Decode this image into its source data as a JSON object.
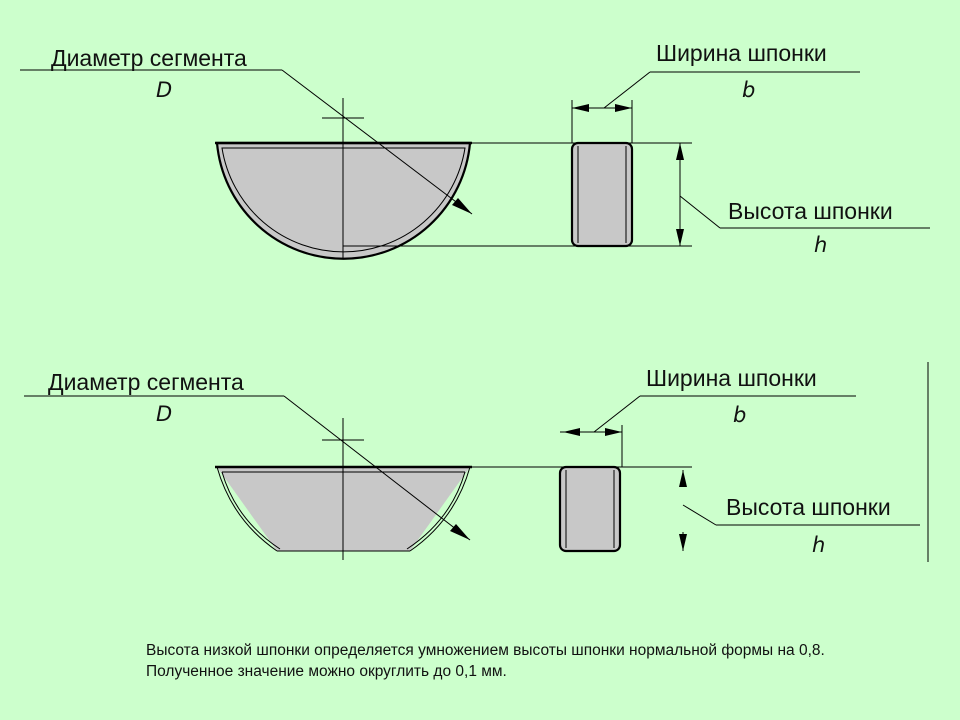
{
  "top": {
    "diameter_label": "Диаметр сегмента",
    "diameter_symbol": "D",
    "width_label": "Ширина шпонки",
    "width_symbol": "b",
    "height_label": "Высота шпонки",
    "height_symbol": "h"
  },
  "bottom": {
    "diameter_label": "Диаметр сегмента",
    "diameter_symbol": "D",
    "width_label": "Ширина шпонки",
    "width_symbol": "b",
    "height_label": "Высота шпонки",
    "height_symbol": "h"
  },
  "caption": "Высота низкой шпонки определяется умножением высоты шпонки нормальной формы на 0,8. Полученное значение можно округлить до 0,1 мм.",
  "colors": {
    "background": "#ccffcc",
    "key_fill": "#c8c8c8",
    "line": "#000000"
  }
}
